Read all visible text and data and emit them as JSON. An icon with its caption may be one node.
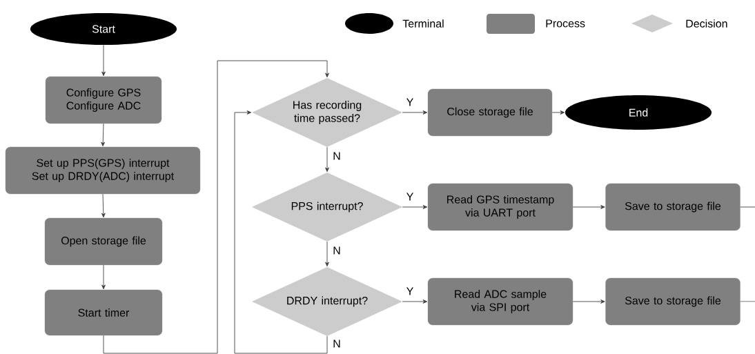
{
  "diagram": {
    "nodes": [
      {
        "text": [
          "Start"
        ]
      },
      {
        "text": [
          "Configure GPS Configure ADC"
        ]
      },
      {
        "text": [
          "Set up PPS(GPS) interrupt Set up DRDY(ADC) interrupt"
        ]
      },
      {
        "text": [
          "Open storage file"
        ]
      },
      {
        "text": [
          "Start timer"
        ]
      },
      {
        "text": [
          "Has recording time passed?"
        ]
      },
      {
        "text": [
          "Close storage file"
        ]
      },
      {
        "text": [
          "End"
        ]
      },
      {
        "text": [
          "PPS interrupt?"
        ]
      },
      {
        "text": [
          "Read GPS timestamp via UART port"
        ]
      },
      {
        "text": [
          "Save to storage file"
        ]
      },
      {
        "text": [
          "DRDY interrupt?"
        ]
      },
      {
        "text": [
          "Read ADC sample via SPI port"
        ]
      },
      {
        "text": [
          "Save to storage file"
        ]
      }
    ],
    "edges": [
      {
        "from": 0,
        "to": 1,
        "arrow": "to"
      },
      {
        "from": 1,
        "to": 2,
        "arrow": "to"
      },
      {
        "from": 2,
        "to": 3,
        "arrow": "to"
      },
      {
        "from": 3,
        "to": 4,
        "arrow": "to"
      },
      {
        "from": 4,
        "to": 5,
        "arrow": "to"
      },
      {
        "from": 5,
        "to": 6,
        "arrow": "to",
        "label": "Y"
      },
      {
        "from": 6,
        "to": 7,
        "arrow": "to"
      },
      {
        "from": 5,
        "to": 8,
        "arrow": "to",
        "label": "N"
      },
      {
        "from": 8,
        "to": 9,
        "arrow": "to",
        "label": "Y"
      },
      {
        "from": 9,
        "to": 10,
        "arrow": "to"
      },
      {
        "from": 10,
        "to": null,
        "arrow": "none"
      },
      {
        "from": 8,
        "to": 11,
        "arrow": "to",
        "label": "N"
      },
      {
        "from": 11,
        "to": 12,
        "arrow": "to",
        "label": "Y"
      },
      {
        "from": 12,
        "to": 13,
        "arrow": "to"
      },
      {
        "from": 13,
        "to": null,
        "arrow": "none"
      },
      {
        "from": 11,
        "to": 5,
        "arrow": "to",
        "label": "N"
      }
    ],
    "legend": [
      {
        "text": "Terminal",
        "color": "#000000"
      },
      {
        "text": "Process",
        "color": "#808080"
      },
      {
        "text": "Decision",
        "color": "#cccccc"
      }
    ]
  }
}
